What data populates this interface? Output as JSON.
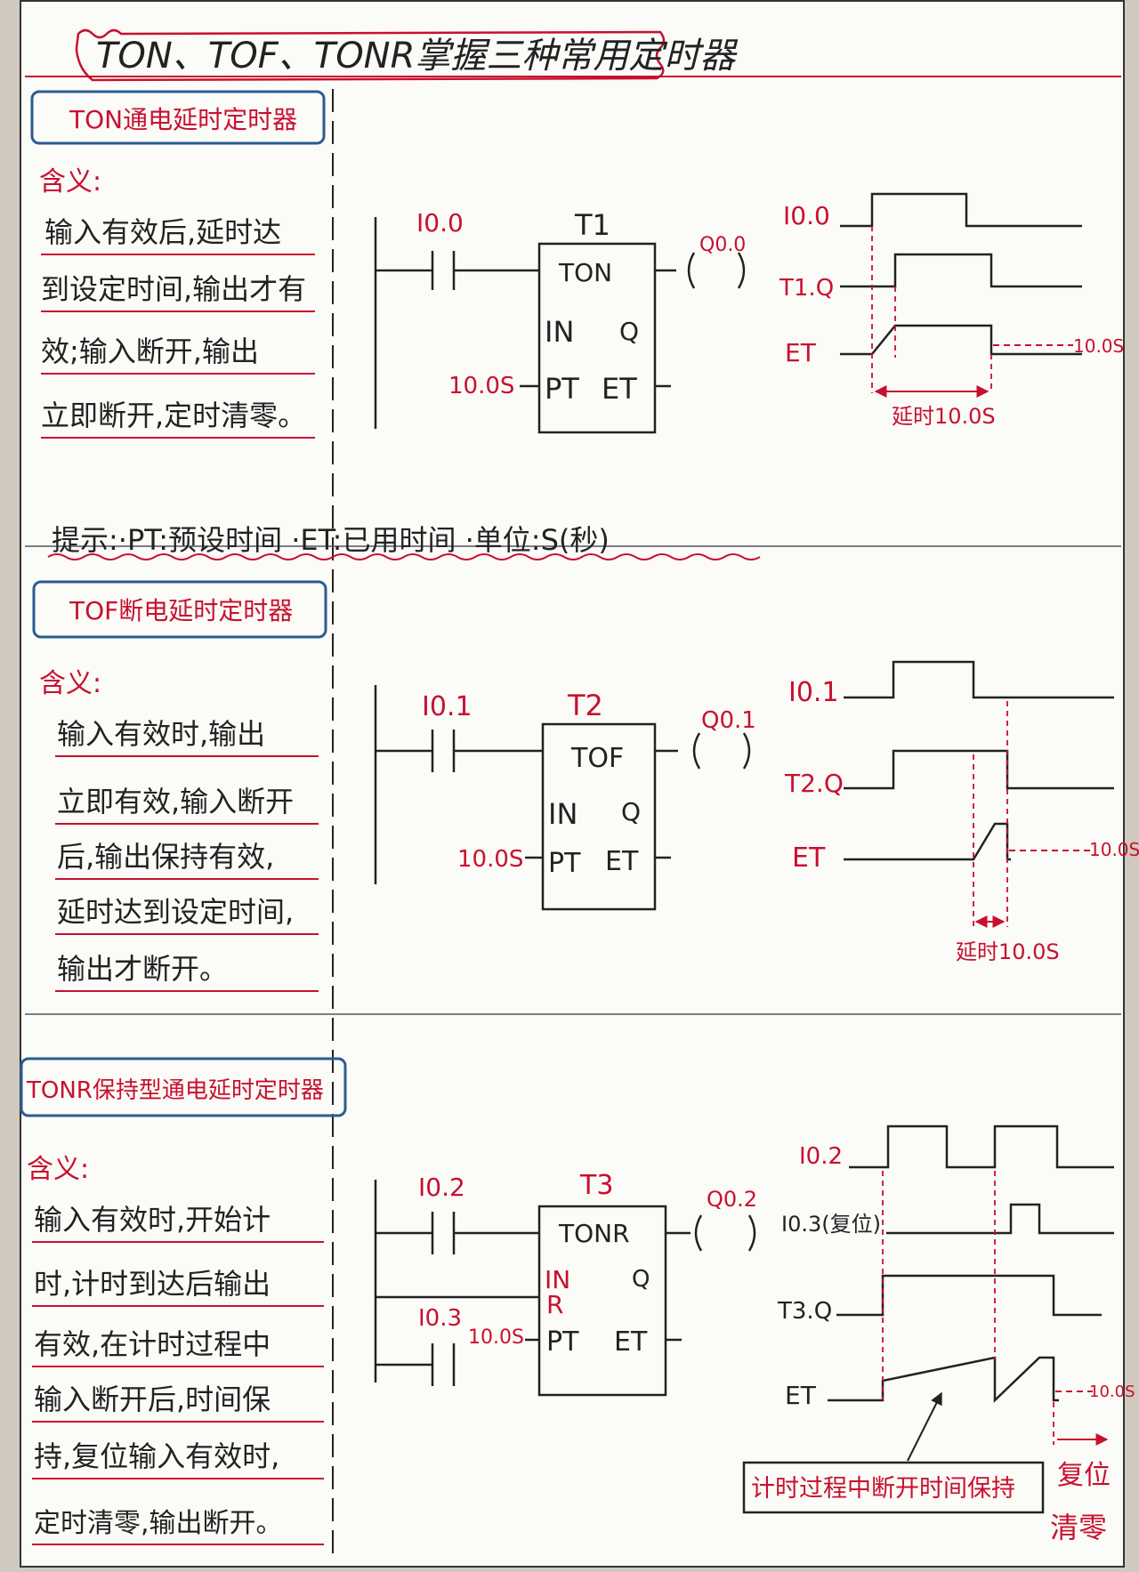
{
  "header": {
    "title": "TON、TOF、TONR掌握三种常用定时器"
  },
  "colors": {
    "ink": "#222222",
    "red": "#c8102e",
    "blue": "#2a5d8f",
    "paper": "#fbfbf8"
  },
  "ton": {
    "heading": "TON通电延时定时器",
    "meaning_label": "含义:",
    "meaning_lines": [
      "输入有效后,延时达",
      "到设定时间,输出才有",
      "效;输入断开,输出",
      "立即断开,定时清零。"
    ],
    "contact": "I0.0",
    "timer": "T1",
    "box_type": "TON",
    "pin_in": "IN",
    "pin_q": "Q",
    "pin_pt": "PT",
    "pin_et": "ET",
    "pt_value": "10.0S",
    "coil": "Q0.0",
    "sig_in": "I0.0",
    "sig_q": "T1.Q",
    "sig_et": "ET",
    "et_ref": "10.0S",
    "delay_label": "延时10.0S"
  },
  "hint": "提示:·PT:预设时间 ·ET:已用时间 ·单位:S(秒)",
  "tof": {
    "heading": "TOF断电延时定时器",
    "meaning_label": "含义:",
    "meaning_lines": [
      "输入有效时,输出",
      "立即有效,输入断开",
      "后,输出保持有效,",
      "延时达到设定时间,",
      "输出才断开。"
    ],
    "contact": "I0.1",
    "timer": "T2",
    "box_type": "TOF",
    "pin_in": "IN",
    "pin_q": "Q",
    "pin_pt": "PT",
    "pin_et": "ET",
    "pt_value": "10.0S",
    "coil": "Q0.1",
    "sig_in": "I0.1",
    "sig_q": "T2.Q",
    "sig_et": "ET",
    "et_ref": "10.0S",
    "delay_label": "延时10.0S"
  },
  "tonr": {
    "heading": "TONR保持型通电延时定时器",
    "meaning_label": "含义:",
    "meaning_lines": [
      "输入有效时,开始计",
      "时,计时到达后输出",
      "有效,在计时过程中",
      "输入断开后,时间保",
      "持,复位输入有效时,",
      "定时清零,输出断开。"
    ],
    "contact_in": "I0.2",
    "contact_reset": "I0.3",
    "timer": "T3",
    "box_type": "TONR",
    "pin_in": "IN",
    "pin_r": "R",
    "pin_q": "Q",
    "pin_pt": "PT",
    "pin_et": "ET",
    "pt_value": "10.0S",
    "coil": "Q0.2",
    "sig_in": "I0.2",
    "sig_reset": "I0.3(复位)",
    "sig_q": "T3.Q",
    "sig_et": "ET",
    "et_ref": "10.0S",
    "hold_note": "计时过程中断开时间保持",
    "reset_note_1": "复位",
    "reset_note_2": "清零"
  }
}
